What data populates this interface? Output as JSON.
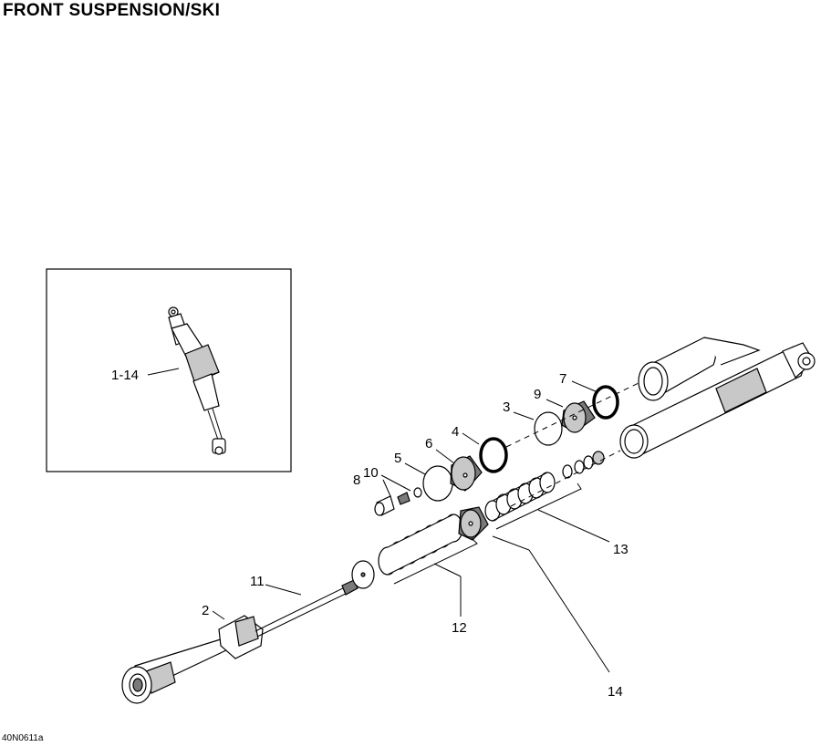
{
  "page": {
    "title": "FRONT SUSPENSION/SKI",
    "figure_code": "40N0611a"
  },
  "inset": {
    "callout": "1-14"
  },
  "callouts": {
    "c2": "2",
    "c3": "3",
    "c4": "4",
    "c5": "5",
    "c6": "6",
    "c7": "7",
    "c8": "8",
    "c9": "9",
    "c10": "10",
    "c11": "11",
    "c12": "12",
    "c13": "13",
    "c14": "14"
  }
}
